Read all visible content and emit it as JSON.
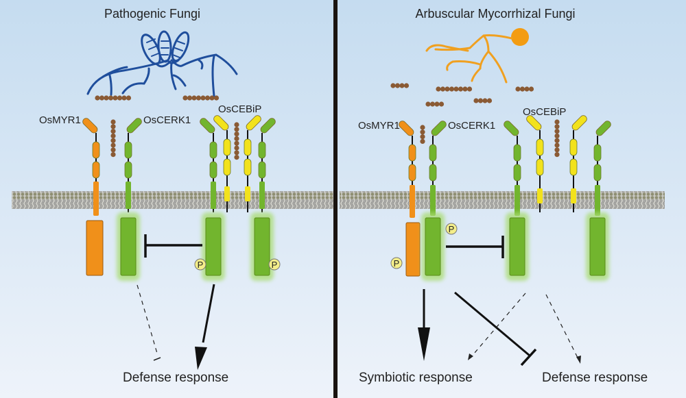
{
  "panels": [
    {
      "id": "pathogenic",
      "title": "Pathogenic Fungi",
      "receptor_labels": {
        "myr1": "OsMYR1",
        "cerk1": "OsCERK1",
        "cebip": "OsCEBiP"
      },
      "phospho_label": "P",
      "outcomes": [
        "Defense response"
      ]
    },
    {
      "id": "am",
      "title": "Arbuscular Mycorrhizal Fungi",
      "receptor_labels": {
        "myr1": "OsMYR1",
        "cerk1": "OsCERK1",
        "cebip": "OsCEBiP"
      },
      "phospho_label": "P",
      "outcomes": [
        "Symbiotic response",
        "Defense response"
      ]
    }
  ],
  "colors": {
    "background_top": "#c5dcf0",
    "background_bottom": "#eef3fa",
    "pathogen_hyphae": "#1f4e9c",
    "am_hyphae": "#f0a020",
    "chitin": "#8a5a34",
    "myr1": "#f0901a",
    "cerk1": "#72b52e",
    "cebip": "#f2e21c",
    "phospho": "#f4ee8a",
    "divider": "#1a1410",
    "membrane": "#9a9a8a"
  }
}
